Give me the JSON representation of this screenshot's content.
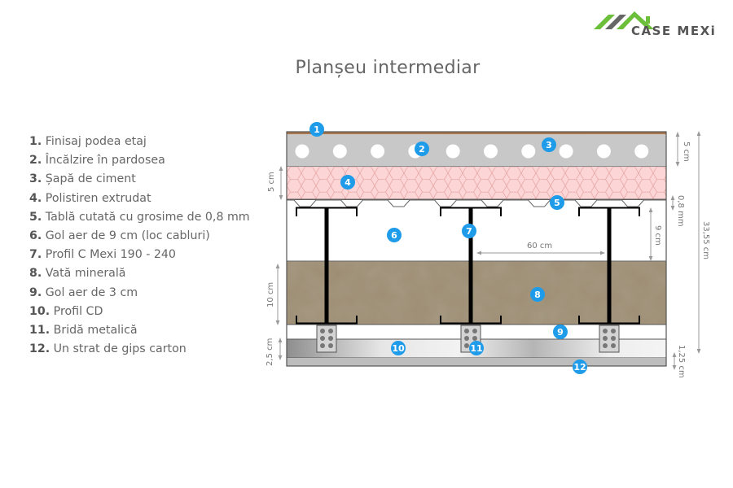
{
  "brand": {
    "name": "CASE MEXi",
    "colors": {
      "green": "#6cbf3a",
      "gray": "#555555"
    }
  },
  "title": "Planșeu intermediar",
  "legend": [
    {
      "num": "1.",
      "label": "Finisaj podea etaj"
    },
    {
      "num": "2.",
      "label": "Încălzire în pardosea"
    },
    {
      "num": "3.",
      "label": "Șapă de ciment"
    },
    {
      "num": "4.",
      "label": "Polistiren extrudat"
    },
    {
      "num": "5.",
      "label": "Tablă cutată cu grosime de 0,8 mm"
    },
    {
      "num": "6.",
      "label": "Gol aer de 9 cm (loc cabluri)"
    },
    {
      "num": "7.",
      "label": "Profil C Mexi 190 - 240"
    },
    {
      "num": "8.",
      "label": "Vată minerală"
    },
    {
      "num": "9.",
      "label": "Gol aer de 3 cm"
    },
    {
      "num": "10.",
      "label": "Profil CD"
    },
    {
      "num": "11.",
      "label": "Bridă metalică"
    },
    {
      "num": "12.",
      "label": "Un strat de gips carton"
    }
  ],
  "badges": [
    "1",
    "2",
    "3",
    "4",
    "5",
    "6",
    "7",
    "8",
    "9",
    "10",
    "11",
    "12"
  ],
  "dimensions": {
    "screed": "5 cm",
    "polystyrene": "5 cm",
    "sheet": "0,8 mm",
    "air_gap": "9 cm",
    "wool": "10 cm",
    "cd": "2,5 cm",
    "gypsum": "1,25 cm",
    "total": "33,55 cm",
    "spacing": "60 cm"
  },
  "colors": {
    "badge": "#1e9be9",
    "finish": "#a9764d",
    "screed": "#c8c8c8",
    "polystyrene": "#fcd6d6",
    "wool": "#9c8c72",
    "gypsum": "#bdbdbd",
    "steel": "#000000"
  }
}
